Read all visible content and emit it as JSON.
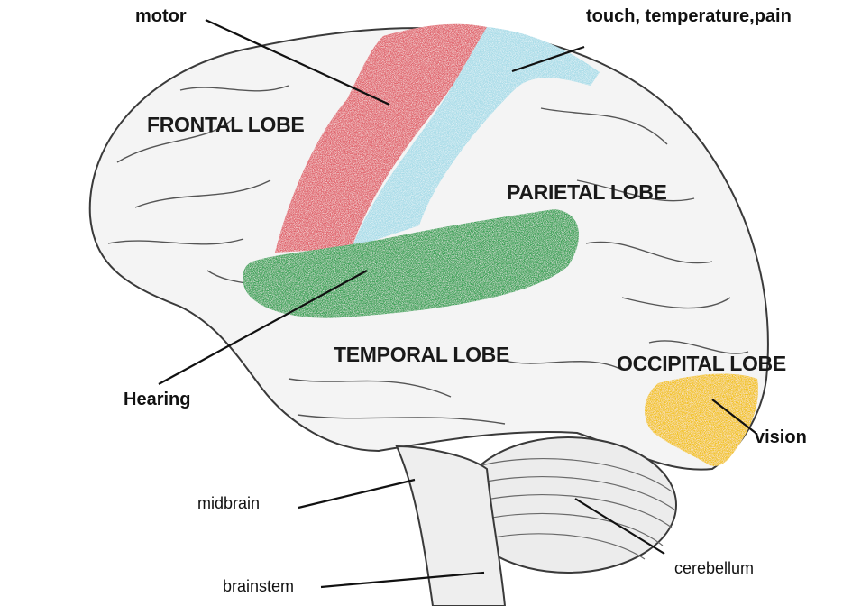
{
  "lobes": {
    "frontal": "FRONTAL LOBE",
    "parietal": "PARIETAL LOBE",
    "temporal": "TEMPORAL LOBE",
    "occipital": "OCCIPITAL LOBE"
  },
  "functions": {
    "motor": "motor",
    "somatosensory": "touch, temperature,pain",
    "hearing": "Hearing",
    "vision": "vision"
  },
  "structures": {
    "midbrain": "midbrain",
    "brainstem": "brainstem",
    "cerebellum": "cerebellum"
  },
  "colors": {
    "motor_area": "#e0636c",
    "somatosensory_area": "#a9dce8",
    "auditory_area": "#3aa257",
    "visual_area": "#f2c21f",
    "outline": "#3a3a3a"
  }
}
